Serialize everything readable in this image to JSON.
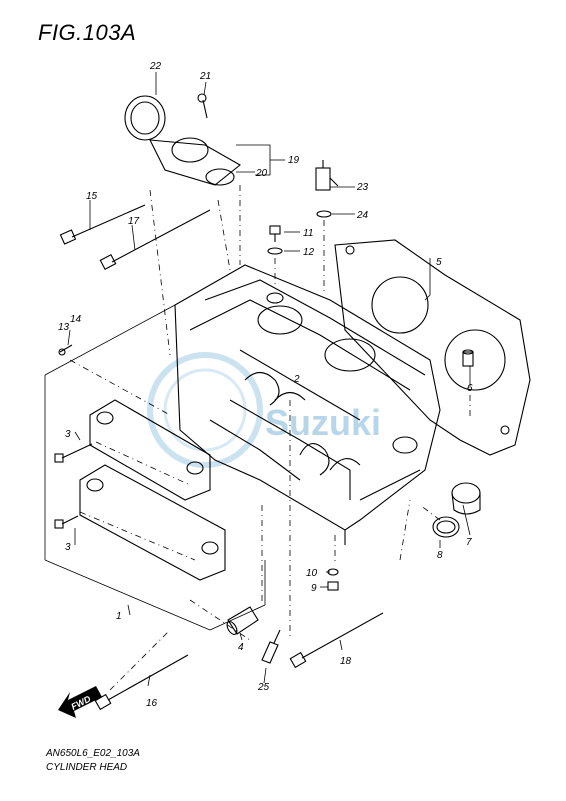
{
  "figure": {
    "title": "FIG.103A",
    "code": "AN650L6_E02_103A",
    "name": "CYLINDER HEAD"
  },
  "fwd_label": "FWD",
  "watermark_text": "Suzuki",
  "callouts": {
    "p1": "1",
    "p2": "2",
    "p3a": "3",
    "p3b": "3",
    "p4": "4",
    "p5": "5",
    "p6": "6",
    "p7": "7",
    "p8": "8",
    "p9": "9",
    "p10": "10",
    "p11": "11",
    "p12": "12",
    "p13": "13",
    "p14": "14",
    "p15": "15",
    "p16": "16",
    "p17": "17",
    "p18": "18",
    "p19": "19",
    "p20": "20",
    "p21": "21",
    "p22": "22",
    "p23": "23",
    "p24": "24",
    "p25": "25"
  }
}
